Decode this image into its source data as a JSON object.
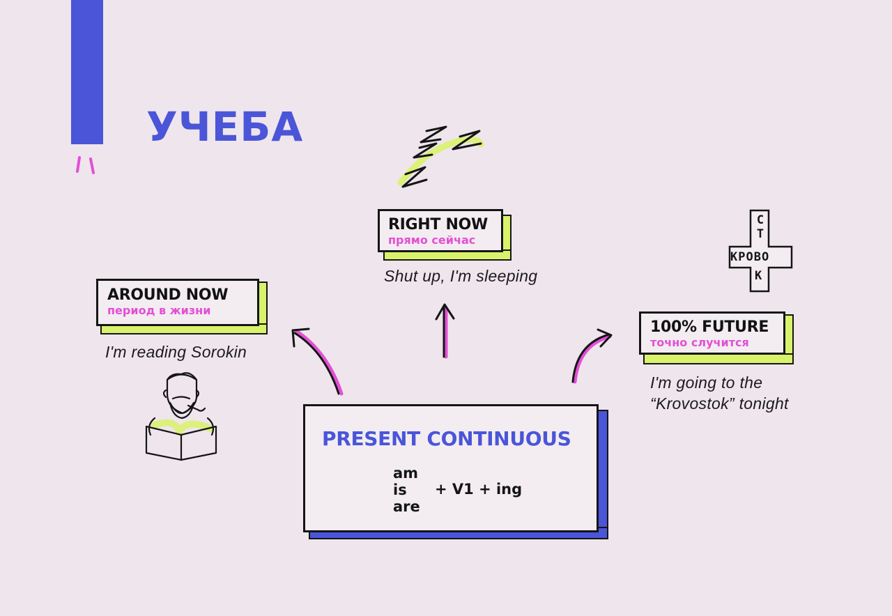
{
  "title": "УЧЕБА",
  "main": {
    "title": "PRESENT CONTINUOUS",
    "aux": [
      "am",
      "is",
      "are"
    ],
    "formula": "+ V1 + ing"
  },
  "cards": {
    "around_now": {
      "title": "AROUND NOW",
      "subtitle": "период в жизни",
      "example": "I'm reading Sorokin"
    },
    "right_now": {
      "title": "RIGHT NOW",
      "subtitle": "прямо сейчас",
      "example": "Shut up, I'm sleeping"
    },
    "future": {
      "title": "100% FUTURE",
      "subtitle": "точно случится",
      "example_line1": "I'm going to the",
      "example_line2": "“Krovostok” tonight"
    }
  },
  "logo": {
    "letters_top": [
      "С",
      "Т"
    ],
    "letters_row": "КРОВО",
    "letter_bottom": "К"
  },
  "colors": {
    "accent_blue": "#4a55d8",
    "accent_pink": "#e34fd6",
    "accent_lime": "#d9f26b",
    "ink": "#151515",
    "background": "#efe5ec"
  }
}
